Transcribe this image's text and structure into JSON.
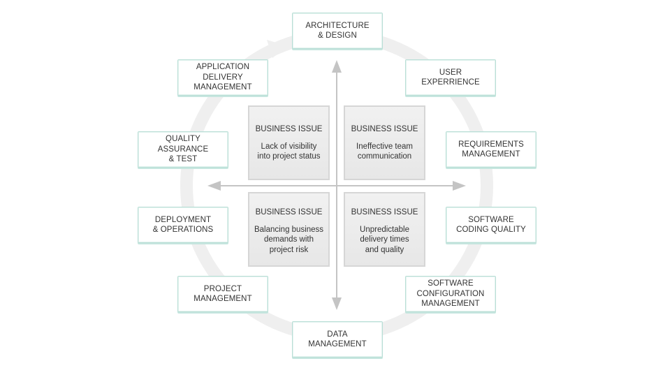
{
  "colors": {
    "ring": "#efefef",
    "arrow": "#c4c4c4",
    "node_border": "#b9ded6",
    "issue_fill": "#ececec"
  },
  "nodes": {
    "architecture": "ARCHITECTURE\n& DESIGN",
    "user_experience": "USER\nEXPERRIENCE",
    "requirements": "REQUIREMENTS\nMANAGEMENT",
    "coding_quality": "SOFTWARE\nCODING QUALITY",
    "configuration": "SOFTWARE\nCONFIGURATION\nMANAGEMENT",
    "data": "DATA\nMANAGEMENT",
    "project": "PROJECT\nMANAGEMENT",
    "deployment": "DEPLOYMENT\n& OPERATIONS",
    "quality": "QUALITY\nASSURANCE\n& TEST",
    "app_delivery": "APPLICATION\nDELIVERY\nMANAGEMENT"
  },
  "issues": [
    {
      "title": "BUSINESS ISSUE",
      "desc": "Lack of visibility\ninto project status"
    },
    {
      "title": "BUSINESS ISSUE",
      "desc": "Ineffective team\ncommunication"
    },
    {
      "title": "BUSINESS ISSUE",
      "desc": "Balancing business\ndemands with\nproject risk"
    },
    {
      "title": "BUSINESS ISSUE",
      "desc": "Unpredictable\ndelivery times\nand quality"
    }
  ]
}
